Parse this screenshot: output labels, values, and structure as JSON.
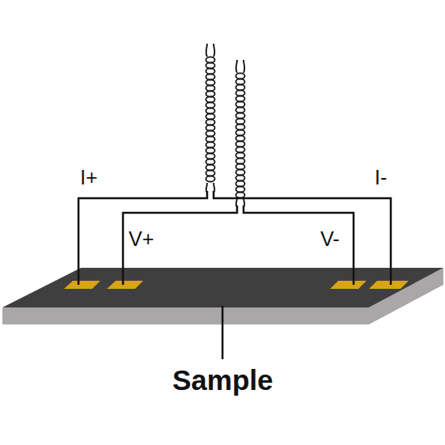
{
  "diagram": {
    "labels": [
      "I+",
      "V+",
      "V-",
      "I-",
      "Sample"
    ]
  }
}
